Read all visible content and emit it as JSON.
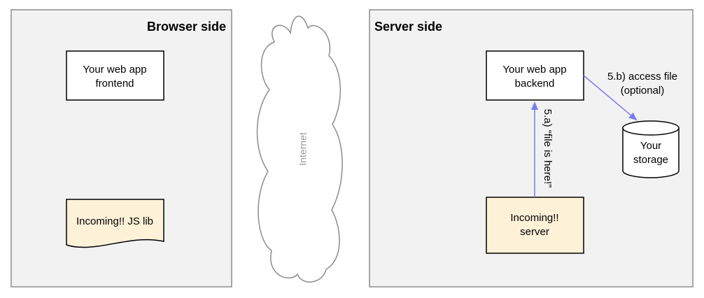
{
  "panels": {
    "browser": {
      "title": "Browser side"
    },
    "server": {
      "title": "Server side"
    }
  },
  "nodes": {
    "frontend": {
      "line1": "Your web app",
      "line2": "frontend"
    },
    "js_lib": {
      "label": "Incoming!! JS lib"
    },
    "backend": {
      "line1": "Your web app",
      "line2": "backend"
    },
    "server": {
      "line1": "Incoming!!",
      "line2": "server"
    },
    "storage": {
      "line1": "Your",
      "line2": "storage"
    }
  },
  "cloud": {
    "label": "Internet"
  },
  "edges": {
    "file_here": {
      "label": "5.a) “file is here!”"
    },
    "access_file": {
      "line1": "5.b) access file",
      "line2": "(optional)"
    }
  },
  "colors": {
    "panel_fill": "#f2f2f2",
    "panel_stroke": "#8c8c8c",
    "note_fill": "#fdf1d8",
    "arrow": "#7b7bf0"
  }
}
